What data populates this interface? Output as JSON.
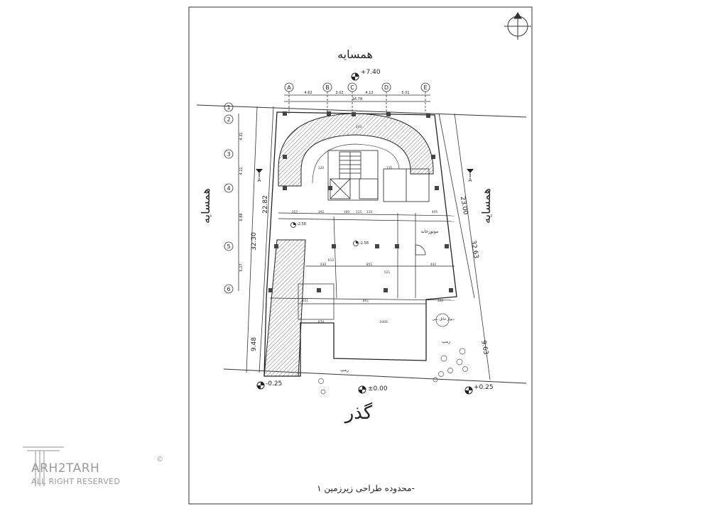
{
  "sheet": {
    "caption": "محدوده طراحی زیرزمین ۱-",
    "top_label": "همسایه",
    "left_label": "همسایه",
    "right_label": "همسایه",
    "street_label": "گذر"
  },
  "levels": {
    "top": "+7.40",
    "front_left": "-0.25",
    "front_center": "±0.00",
    "front_right": "+0.25",
    "inner_left": "-2.58",
    "inner_center": "-2.58"
  },
  "grid": {
    "columns": [
      "A",
      "B",
      "C",
      "D",
      "E"
    ],
    "column_spans": [
      "4.62",
      "3.02",
      "4.12",
      "5.01"
    ],
    "column_total": "16.78",
    "rows": [
      "1",
      "2",
      "3",
      "4",
      "5",
      "6"
    ],
    "row_spans": [
      "4.31",
      "4.11",
      "6.88",
      "5.27"
    ]
  },
  "dimensions": {
    "left_total": "32.30",
    "left_upper": "22.82",
    "left_lower": "9.48",
    "right_total": "32.63",
    "right_upper": "23.00",
    "right_lower": "9.63"
  },
  "rooms": {
    "motor_room": "موتورخانه",
    "ramp": "رمپ",
    "ramp2": "رمپ",
    "wall": "دیوار حائل بتنی"
  },
  "section_marks": {
    "left": "A",
    "right": "A"
  },
  "inner_dims": [
    "243",
    "120",
    "135",
    "357",
    "192",
    "160",
    "115",
    "110",
    "405",
    "430",
    "851",
    "442",
    "612",
    "1000",
    "874",
    "651",
    "861",
    "521",
    "300"
  ],
  "watermark": {
    "title": "ARH2TARH",
    "subtitle": "ALL RIGHT RESERVED",
    "copyright": "©"
  }
}
